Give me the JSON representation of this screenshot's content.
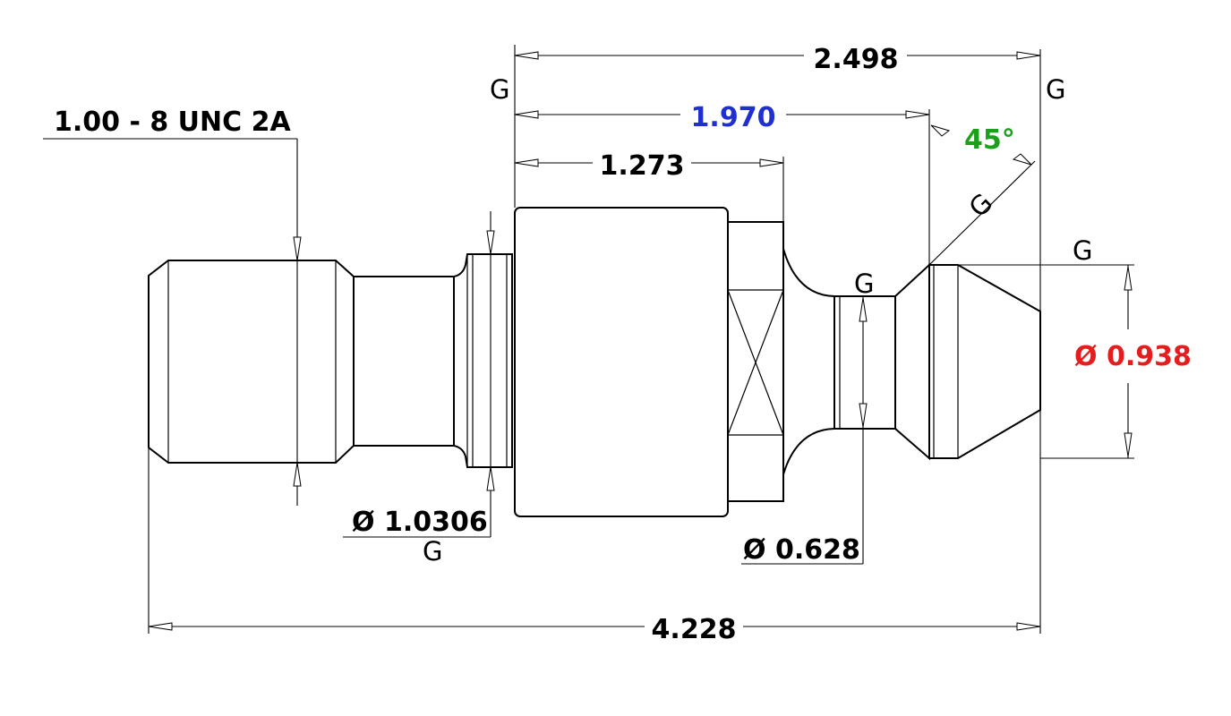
{
  "drawing": {
    "thread_callout": "1.00 - 8 UNC 2A",
    "overall_length": "4.228",
    "dim_2498": "2.498",
    "dim_1970": "1.970",
    "dim_1273": "1.273",
    "angle": "45°",
    "dia_1": "Ø 1.0306",
    "dia_2": "Ø 0.628",
    "dia_3": "Ø 0.938",
    "g_mark": "G"
  },
  "colors": {
    "line": "#000000",
    "dim_1970": "#1f2fd0",
    "angle": "#1aa01a",
    "dia_3": "#e41e1e"
  }
}
